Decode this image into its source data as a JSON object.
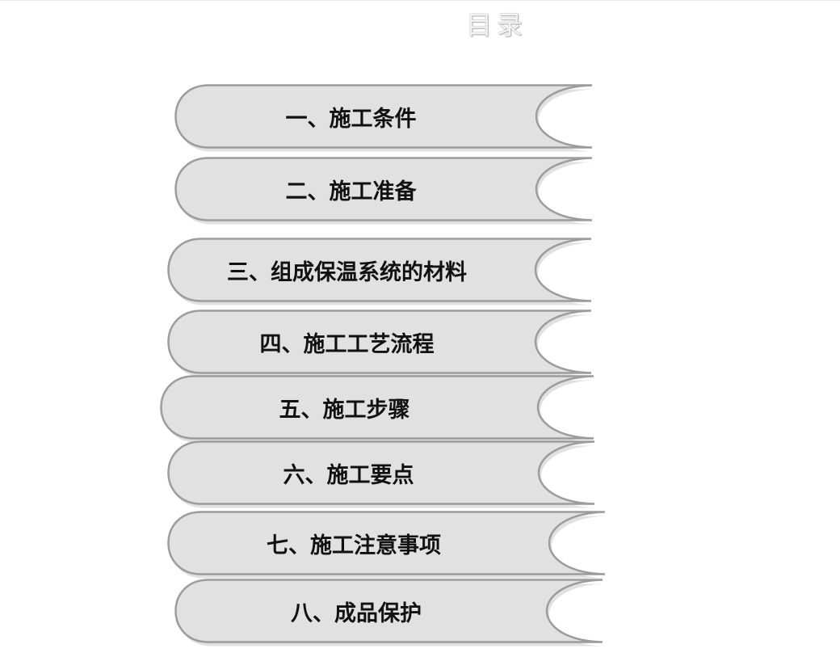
{
  "document": {
    "title": "目录"
  },
  "toc": {
    "items": [
      {
        "label": "一、施工条件"
      },
      {
        "label": "二、施工准备"
      },
      {
        "label": "三、组成保温系统的材料"
      },
      {
        "label": "四、施工工艺流程"
      },
      {
        "label": "五、施工步骤"
      },
      {
        "label": "六、施工要点"
      },
      {
        "label": "七、施工注意事项"
      },
      {
        "label": "八、成品保护"
      }
    ]
  },
  "colors": {
    "item_fill": "#e1e1e1",
    "item_stroke": "#9c9c9c",
    "shadow": "#c8c8c8",
    "text": "#111111",
    "title_fill": "#f4f4f4"
  }
}
